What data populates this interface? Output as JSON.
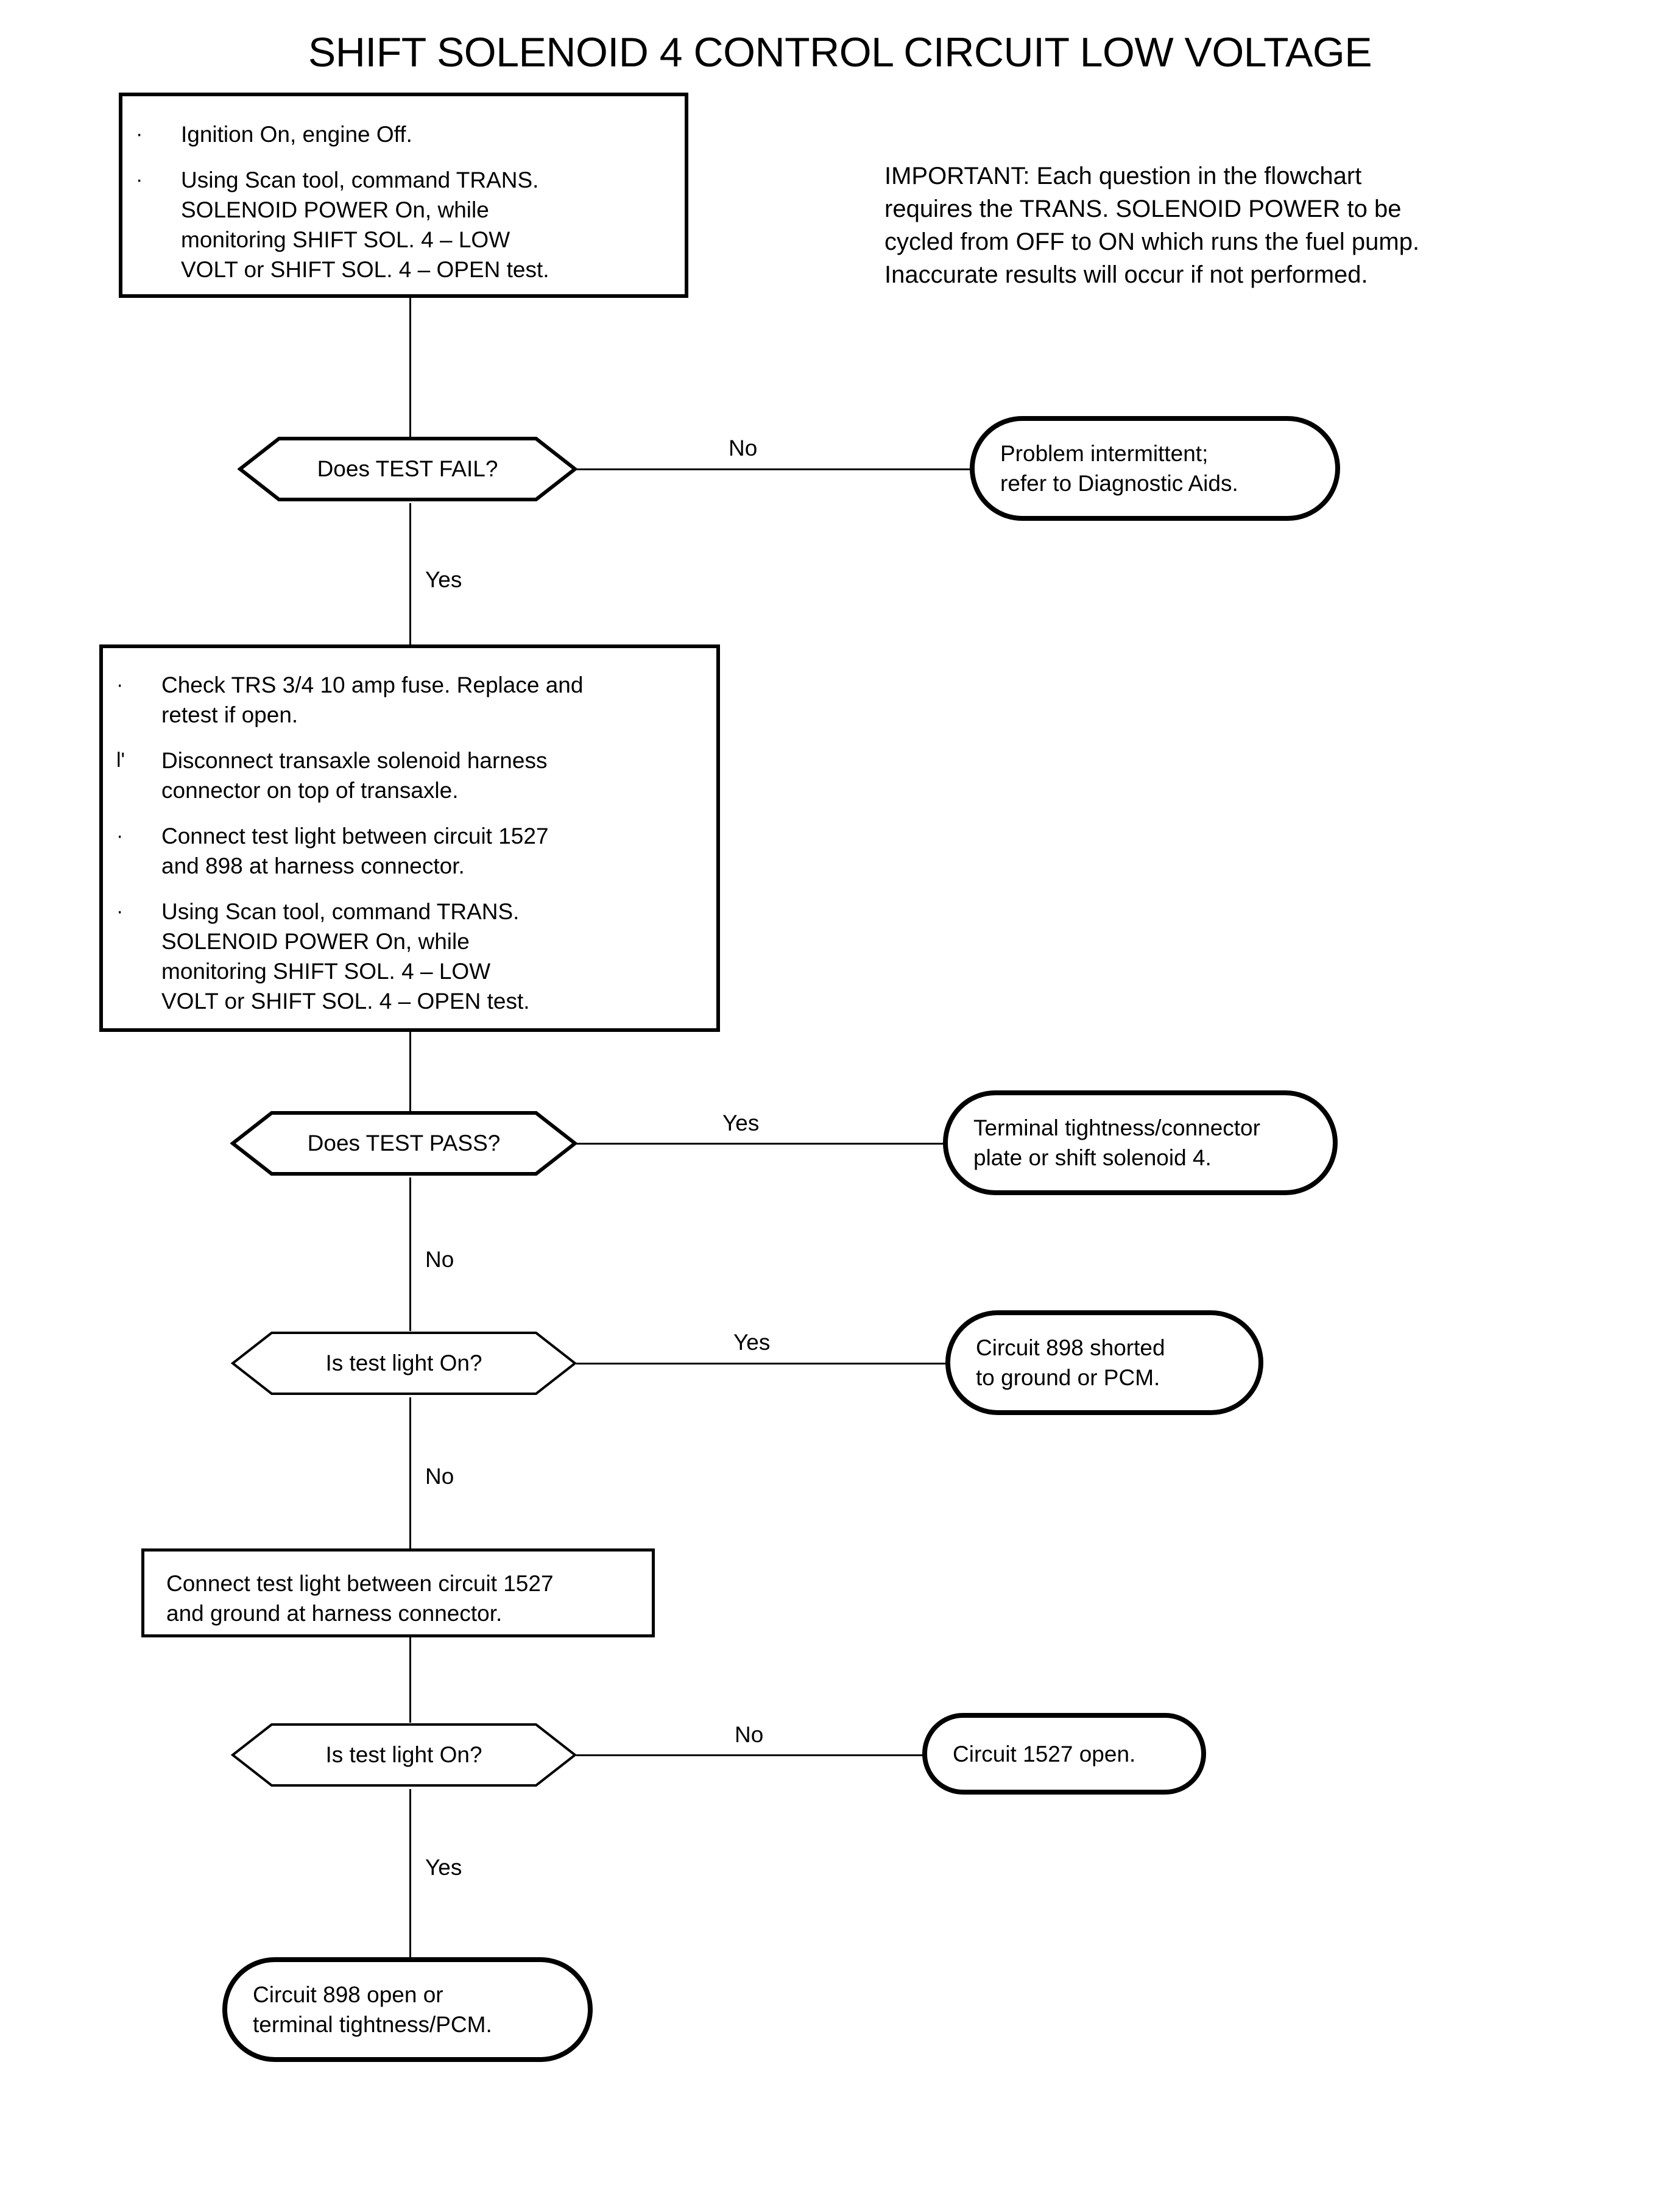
{
  "title": "SHIFT SOLENOID 4 CONTROL CIRCUIT LOW VOLTAGE",
  "important_note": "IMPORTANT:   Each question in the flowchart\nrequires the TRANS. SOLENOID POWER to be\ncycled from OFF to ON which runs the fuel pump.\nInaccurate results will occur if not performed.",
  "step1": {
    "bullets": [
      {
        "mark": "·",
        "text": "Ignition On, engine Off."
      },
      {
        "mark": "·",
        "text": "Using Scan tool, command TRANS.\nSOLENOID POWER On, while\nmonitoring SHIFT SOL. 4 – LOW\nVOLT or SHIFT SOL. 4 – OPEN test."
      }
    ]
  },
  "decision1": {
    "label": "Does TEST FAIL?",
    "branch_no": "No",
    "branch_yes": "Yes"
  },
  "terminal1": {
    "label": "Problem intermittent;\nrefer to Diagnostic Aids."
  },
  "step2": {
    "bullets": [
      {
        "mark": "·",
        "text": "Check TRS 3/4 10 amp fuse. Replace and\nretest if open."
      },
      {
        "mark": "lʹ",
        "text": "Disconnect transaxle solenoid harness\nconnector on top of transaxle."
      },
      {
        "mark": "·",
        "text": "Connect test light between circuit 1527\nand 898 at harness connector."
      },
      {
        "mark": "·",
        "text": "Using Scan tool, command TRANS.\nSOLENOID POWER On, while\nmonitoring SHIFT SOL. 4 – LOW\nVOLT or SHIFT SOL. 4 – OPEN test."
      }
    ]
  },
  "decision2": {
    "label": "Does TEST PASS?",
    "branch_yes": "Yes",
    "branch_no": "No"
  },
  "terminal2": {
    "label": "Terminal tightness/connector\nplate or shift solenoid 4."
  },
  "decision3": {
    "label": "Is test light On?",
    "branch_yes": "Yes",
    "branch_no": "No"
  },
  "terminal3": {
    "label": "Circuit 898 shorted\nto ground or PCM."
  },
  "step3": {
    "text": "Connect test light between circuit 1527\nand ground at harness connector."
  },
  "decision4": {
    "label": "Is test light On?",
    "branch_no": "No",
    "branch_yes": "Yes"
  },
  "terminal4": {
    "label": "Circuit 1527 open."
  },
  "terminal5": {
    "label": "Circuit 898 open or\nterminal tightness/PCM."
  },
  "colors": {
    "ink": "#000000",
    "paper": "#ffffff"
  }
}
